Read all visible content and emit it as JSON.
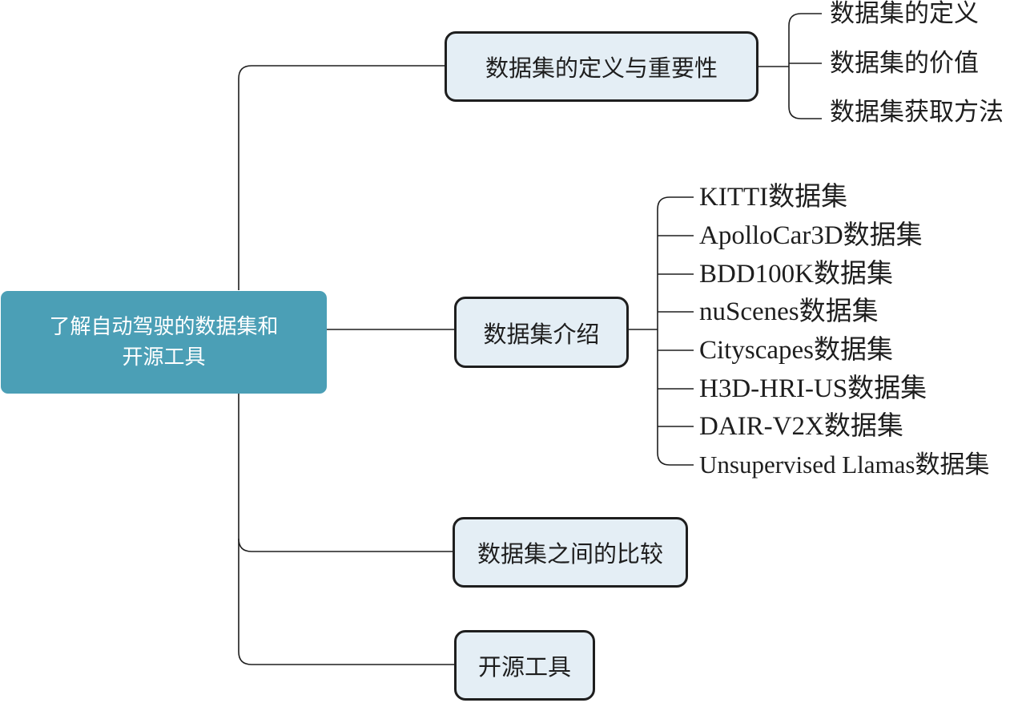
{
  "root": {
    "line1": "了解自动驾驶的数据集和",
    "line2": "开源工具"
  },
  "branches": [
    {
      "label": "数据集的定义与重要性",
      "children": [
        "数据集的定义",
        "数据集的价值",
        "数据集获取方法"
      ]
    },
    {
      "label": "数据集介绍",
      "children": [
        "KITTI数据集",
        "ApolloCar3D数据集",
        "BDD100K数据集",
        "nuScenes数据集",
        "Cityscapes数据集",
        "H3D-HRI-US数据集",
        "DAIR-V2X数据集",
        "Unsupervised Llamas数据集"
      ]
    },
    {
      "label": "数据集之间的比较",
      "children": []
    },
    {
      "label": "开源工具",
      "children": []
    }
  ],
  "colors": {
    "root_fill": "#4b9fb6",
    "branch_fill": "#e4eef5",
    "line": "#1e1e1e"
  }
}
